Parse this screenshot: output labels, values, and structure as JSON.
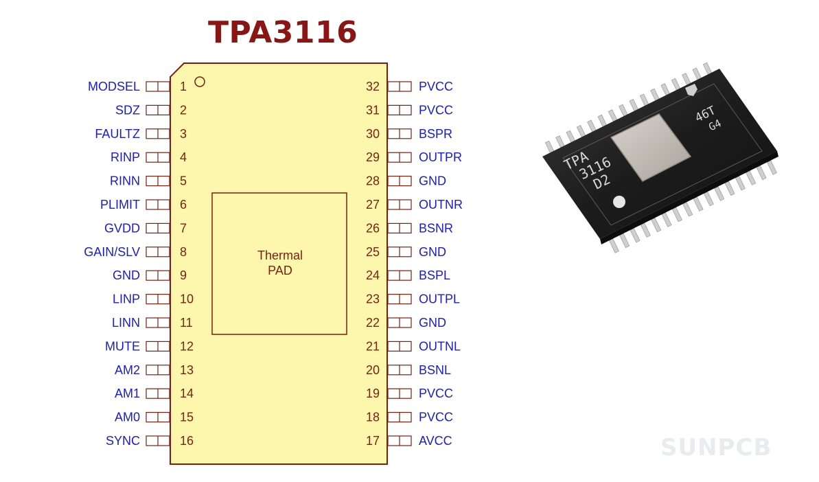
{
  "title": "TPA3116",
  "thermal_pad": {
    "line1": "Thermal",
    "line2": "PAD"
  },
  "left_pins": [
    {
      "num": "1",
      "name": "MODSEL"
    },
    {
      "num": "2",
      "name": "SDZ"
    },
    {
      "num": "3",
      "name": "FAULTZ"
    },
    {
      "num": "4",
      "name": "RINP"
    },
    {
      "num": "5",
      "name": "RINN"
    },
    {
      "num": "6",
      "name": "PLIMIT"
    },
    {
      "num": "7",
      "name": "GVDD"
    },
    {
      "num": "8",
      "name": "GAIN/SLV"
    },
    {
      "num": "9",
      "name": "GND"
    },
    {
      "num": "10",
      "name": "LINP"
    },
    {
      "num": "11",
      "name": "LINN"
    },
    {
      "num": "12",
      "name": "MUTE"
    },
    {
      "num": "13",
      "name": "AM2"
    },
    {
      "num": "14",
      "name": "AM1"
    },
    {
      "num": "15",
      "name": "AM0"
    },
    {
      "num": "16",
      "name": "SYNC"
    }
  ],
  "right_pins": [
    {
      "num": "32",
      "name": "PVCC"
    },
    {
      "num": "31",
      "name": "PVCC"
    },
    {
      "num": "30",
      "name": "BSPR"
    },
    {
      "num": "29",
      "name": "OUTPR"
    },
    {
      "num": "28",
      "name": "GND"
    },
    {
      "num": "27",
      "name": "OUTNR"
    },
    {
      "num": "26",
      "name": "BSNR"
    },
    {
      "num": "25",
      "name": "GND"
    },
    {
      "num": "24",
      "name": "BSPL"
    },
    {
      "num": "23",
      "name": "OUTPL"
    },
    {
      "num": "22",
      "name": "GND"
    },
    {
      "num": "21",
      "name": "OUTNL"
    },
    {
      "num": "20",
      "name": "BSNL"
    },
    {
      "num": "19",
      "name": "PVCC"
    },
    {
      "num": "18",
      "name": "PVCC"
    },
    {
      "num": "17",
      "name": "AVCC"
    }
  ],
  "chip_marking": {
    "line1": "TPA",
    "line2": "3116",
    "line3": "D2",
    "code1": "46T",
    "code2": "G4"
  },
  "watermark": "SUNPCB",
  "colors": {
    "title": "#8b1414",
    "body_fill": "#fdf7ae",
    "body_stroke": "#7a1f0e",
    "pin_name": "#1a1ad6",
    "pin_number": "#7a1f0e",
    "chip_body": "#1e1e1e",
    "chip_pad": "#c9c4bd"
  }
}
